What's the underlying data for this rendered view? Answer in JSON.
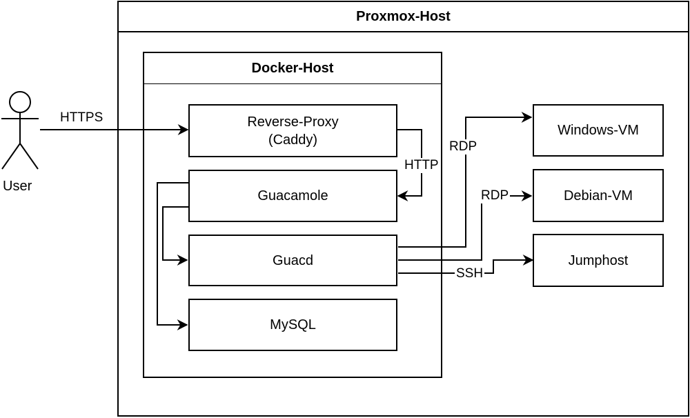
{
  "proxmox_host": {
    "title": "Proxmox-Host"
  },
  "docker_host": {
    "title": "Docker-Host"
  },
  "user": {
    "label": "User"
  },
  "nodes": {
    "reverse_proxy": {
      "line1": "Reverse-Proxy",
      "line2": "(Caddy)"
    },
    "guacamole": {
      "label": "Guacamole"
    },
    "guacd": {
      "label": "Guacd"
    },
    "mysql": {
      "label": "MySQL"
    },
    "windows_vm": {
      "label": "Windows-VM"
    },
    "debian_vm": {
      "label": "Debian-VM"
    },
    "jumphost": {
      "label": "Jumphost"
    }
  },
  "edges": {
    "user_to_proxy": "HTTPS",
    "proxy_to_guacamole": "HTTP",
    "guacd_to_windows": "RDP",
    "guacd_to_debian": "RDP",
    "guacd_to_jumphost": "SSH"
  }
}
